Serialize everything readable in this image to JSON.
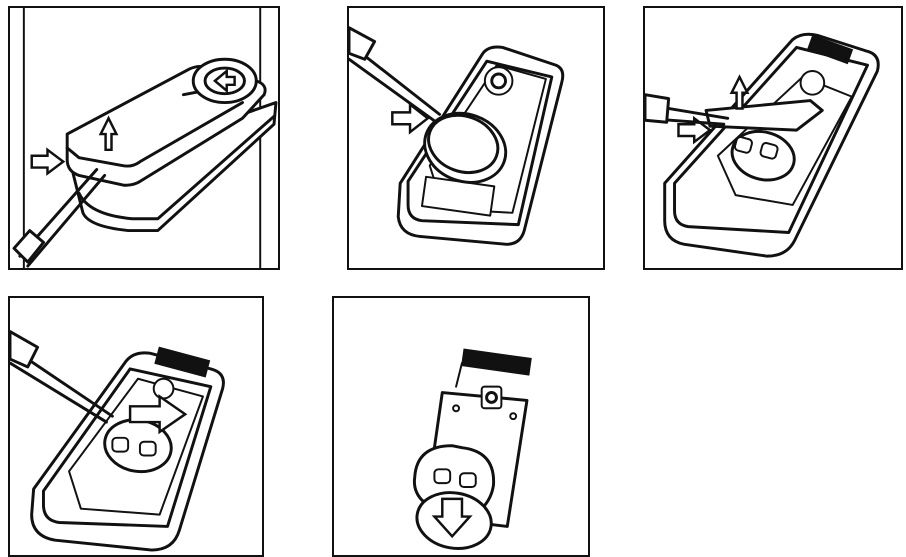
{
  "panels": [
    {
      "id": "step-1"
    },
    {
      "id": "step-2"
    },
    {
      "id": "step-3"
    },
    {
      "id": "step-4"
    },
    {
      "id": "step-5"
    }
  ]
}
